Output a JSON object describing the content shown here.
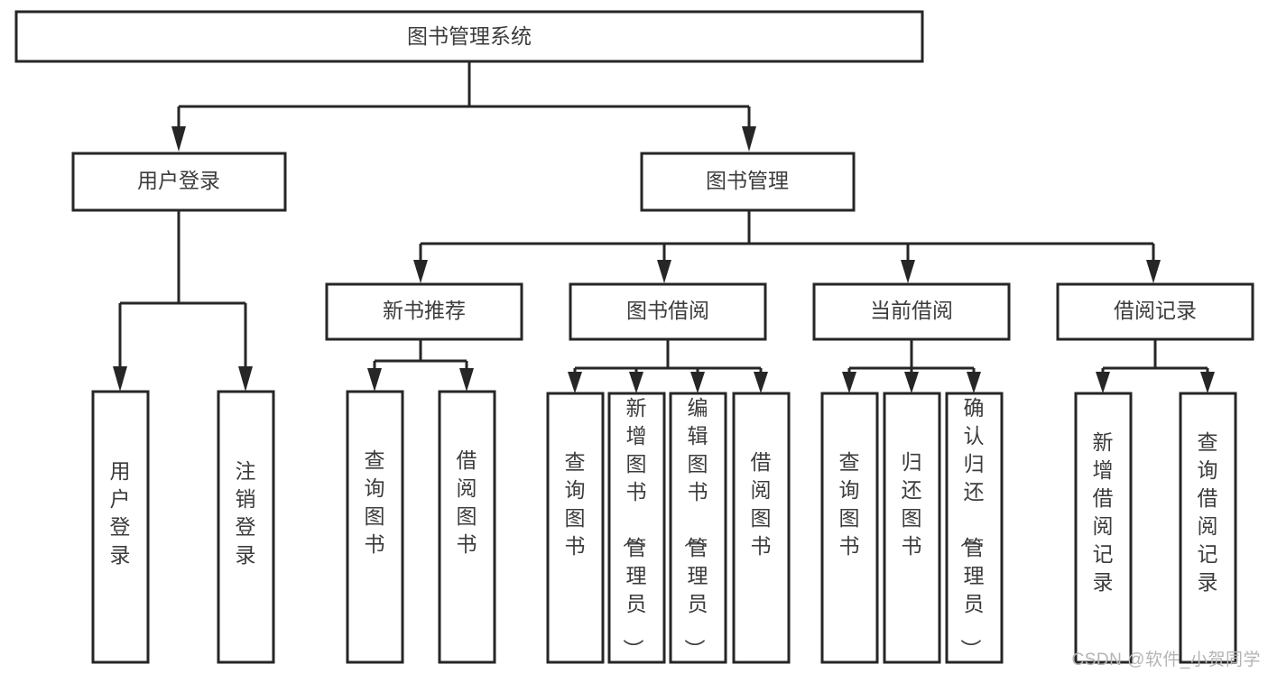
{
  "diagram": {
    "title": "图书管理系统",
    "watermark": "CSDN @软件_小贺同学",
    "colors": {
      "stroke": "#262626",
      "box_fill": "#ffffff",
      "text": "#3c3c3c",
      "watermark": "#b4b4b4",
      "background": "#ffffff"
    },
    "root": {
      "label": "图书管理系统"
    },
    "level2": [
      {
        "label": "用户登录"
      },
      {
        "label": "图书管理"
      }
    ],
    "level3": [
      {
        "label": "新书推荐"
      },
      {
        "label": "图书借阅"
      },
      {
        "label": "当前借阅"
      },
      {
        "label": "借阅记录"
      }
    ],
    "leaves": {
      "user_login": [
        {
          "label": "用户登录"
        },
        {
          "label": "注销登录"
        }
      ],
      "new_book_recommend": [
        {
          "label": "查询图书"
        },
        {
          "label": "借阅图书"
        }
      ],
      "book_borrow": [
        {
          "label": "查询图书"
        },
        {
          "label": "新增图书（管理员）"
        },
        {
          "label": "编辑图书（管理员）"
        },
        {
          "label": "借阅图书"
        }
      ],
      "current_borrow": [
        {
          "label": "查询图书"
        },
        {
          "label": "归还图书"
        },
        {
          "label": "确认归还（管理员）"
        }
      ],
      "borrow_records": [
        {
          "label": "新增借阅记录"
        },
        {
          "label": "查询借阅记录"
        }
      ]
    }
  }
}
